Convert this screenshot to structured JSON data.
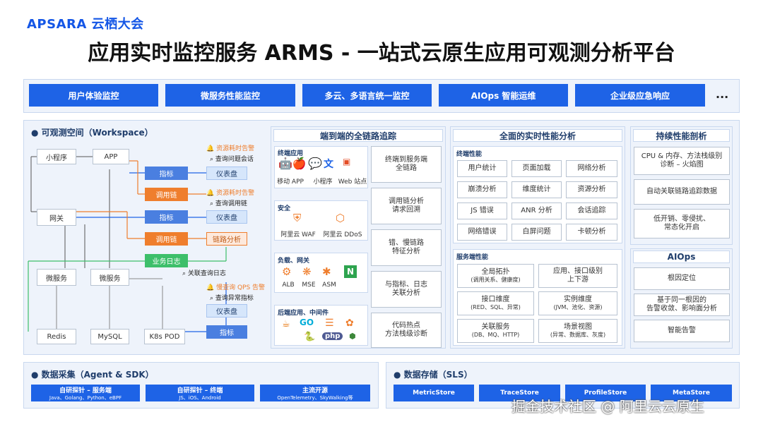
{
  "logo": "APSARA 云栖大会",
  "title": "应用实时监控服务 ARMS - 一站式云原生应用可观测分析平台",
  "top_features": [
    "用户体验监控",
    "微服务性能监控",
    "多云、多语言统一监控",
    "AIOps 智能运维",
    "企业级应急响应"
  ],
  "top_more": "...",
  "workspace": {
    "label": "● 可观测空间（Workspace）",
    "nodes": {
      "miniapp": "小程序",
      "app": "APP",
      "gateway": "网关",
      "microservice1": "微服务",
      "microservice2": "微服务",
      "redis": "Redis",
      "mysql": "MySQL",
      "k8s": "K8s POD"
    },
    "metrics": [
      "指标",
      "指标",
      "指标"
    ],
    "tracing": [
      "调用链",
      "调用链"
    ],
    "dashboards": [
      "仪表盘",
      "仪表盘",
      "仪表盘"
    ],
    "link_analysis": "链路分析",
    "business_log": "业务日志",
    "alerts": [
      {
        "title": "资源耗时告警",
        "action": "查询问题会话"
      },
      {
        "title": "资源耗时告警",
        "action": "查询调用链"
      },
      {
        "title": "慢查询 QPS 告警",
        "action": "查询异常指标"
      }
    ],
    "log_query": "关联查询日志"
  },
  "tracing_panel": {
    "header": "端到端的全链路追踪",
    "groups": [
      {
        "title": "终端应用",
        "icons": [
          "移动 APP",
          "小程序",
          "Web 站点"
        ],
        "desc": "终端到服务端\n全链路"
      },
      {
        "title": "安全",
        "icons": [
          "阿里云 WAF",
          "阿里云 DDoS"
        ],
        "desc": "调用链分析\n请求回溯"
      },
      {
        "title": "负载、网关",
        "icons": [
          "ALB",
          "MSE",
          "ASM"
        ],
        "desc": "错、慢链路\n特征分析"
      },
      {
        "title": "后端应用、中间件",
        "icons": [],
        "desc": "与指标、日志\n关联分析"
      }
    ],
    "last_desc": "代码热点\n方法栈级诊断"
  },
  "perf_panel": {
    "header": "全面的实时性能分析",
    "client_title": "终端性能",
    "client_items": [
      "用户统计",
      "页面加载",
      "网络分析",
      "崩溃分析",
      "维度统计",
      "资源分析",
      "JS 错误",
      "ANR 分析",
      "会话追踪",
      "网络错误",
      "白屏问题",
      "卡顿分析"
    ],
    "server_title": "服务端性能",
    "server_items": [
      {
        "t": "全局拓扑",
        "s": "(调用关系、健康度)"
      },
      {
        "t": "应用、接口级别",
        "s": "上下游"
      },
      {
        "t": "接口维度",
        "s": "(RED、SQL、异常)"
      },
      {
        "t": "实例维度",
        "s": "(JVM、池化、资源)"
      },
      {
        "t": "关联服务",
        "s": "(DB、MQ、HTTP)"
      },
      {
        "t": "场景视图",
        "s": "(异常、数据库、灰度)"
      }
    ]
  },
  "profiling_panel": {
    "header": "持续性能剖析",
    "items": [
      "CPU & 内存、方法栈级别\n诊断 – 火焰图",
      "自动关联链路追踪数据",
      "低开销、零侵扰、\n常态化开启"
    ],
    "aiops_header": "AIOps",
    "aiops_items": [
      "根因定位",
      "基于同一根因的\n告警收敛、影响面分析",
      "智能告警"
    ]
  },
  "collection": {
    "label": "● 数据采集（Agent & SDK）",
    "items": [
      {
        "t": "自研探针 – 服务端",
        "s": "Java、Golang、Python、eBPF"
      },
      {
        "t": "自研探针 – 终端",
        "s": "JS、iOS、Android"
      },
      {
        "t": "主流开源",
        "s": "OpenTelemetry、SkyWalking等"
      }
    ]
  },
  "storage": {
    "label": "● 数据存储（SLS）",
    "items": [
      "MetricStore",
      "TraceStore",
      "ProfileStore",
      "MetaStore"
    ]
  },
  "watermark": "掘金技术社区 @ 阿里云云原生",
  "colors": {
    "primary": "#1e63e6",
    "orange": "#ef7e2d",
    "green": "#3dbf6a",
    "panel": "#eef3fb"
  }
}
